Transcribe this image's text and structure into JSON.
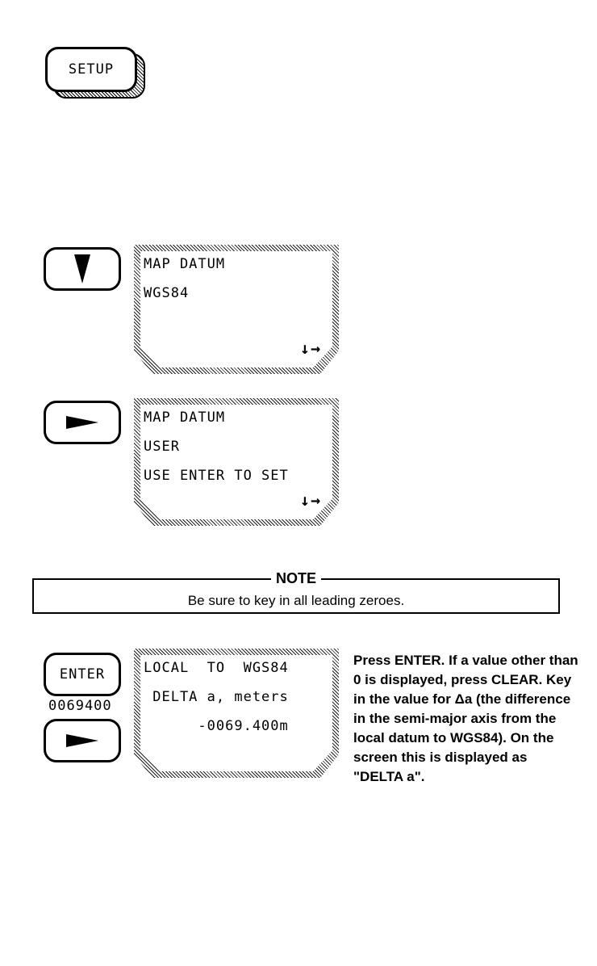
{
  "keys": {
    "setup": "SETUP",
    "enter": "ENTER",
    "down_icon": "down-triangle-icon",
    "right_icon": "right-triangle-icon"
  },
  "screens": [
    {
      "line1": "MAP DATUM",
      "line2": "WGS84",
      "line3": "",
      "arrows": "↓→"
    },
    {
      "line1": "MAP DATUM",
      "line2": "USER",
      "line3": "USE ENTER TO SET",
      "arrows": "↓→"
    },
    {
      "line1": "LOCAL  TO  WGS84",
      "line2": " DELTA a, meters",
      "line3": "      -0069.400m",
      "arrows": ""
    }
  ],
  "entry_value": "0069400",
  "note": {
    "title": "NOTE",
    "text": "Be sure to key in all leading zeroes."
  },
  "description": "Press ENTER. If a value other than 0 is displayed, press CLEAR. Key in the value for Δa (the difference in the semi-major axis from the local datum to WGS84). On the screen this is displayed as \"DELTA a\"."
}
